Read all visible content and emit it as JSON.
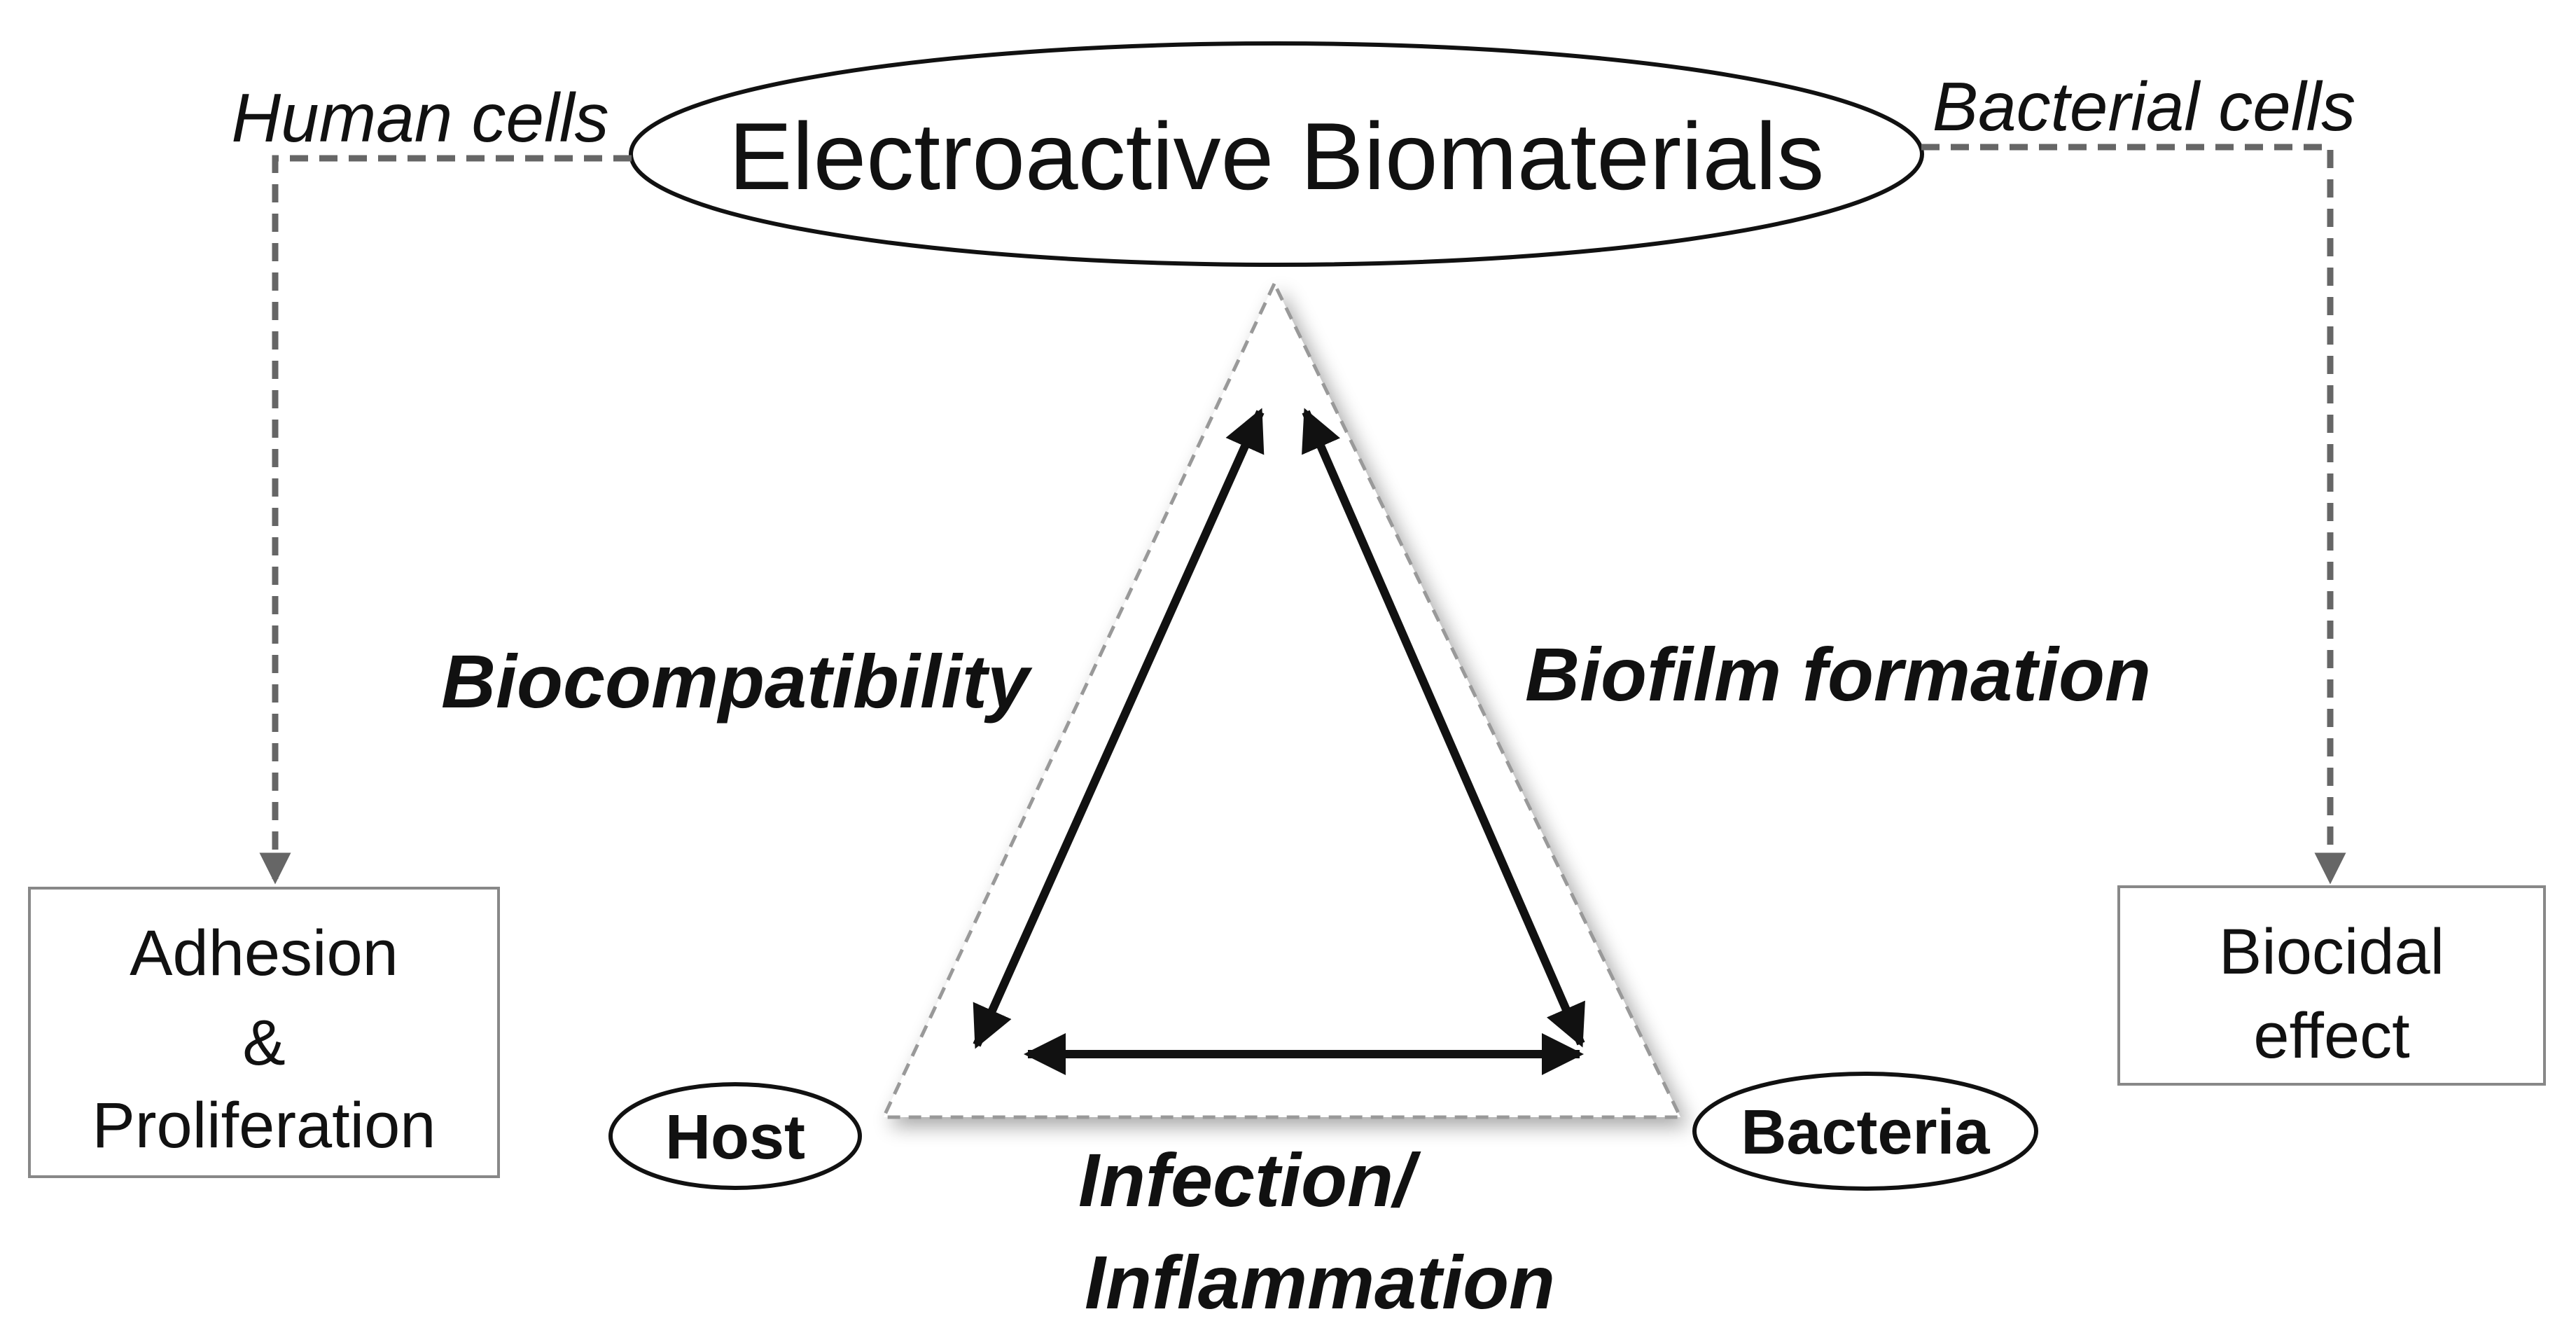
{
  "title": "Electroactive Biomaterials",
  "branches": {
    "left": {
      "label": "Human cells",
      "outcome_lines": [
        "Adhesion",
        "&",
        "Proliferation"
      ]
    },
    "right": {
      "label": "Bacterial cells",
      "outcome_lines": [
        "Biocidal",
        "effect"
      ]
    }
  },
  "triangle": {
    "nodes": {
      "host": "Host",
      "bacteria": "Bacteria"
    },
    "edges": {
      "left": "Biocompatibility",
      "right": "Biofilm formation",
      "bottom_lines": [
        "Infection/",
        "Inflammation"
      ]
    }
  },
  "colors": {
    "ink": "#111111",
    "dashed_connector": "#666666",
    "box_border": "#888888",
    "triangle_outline": "#999999",
    "arrow": "#111111"
  }
}
